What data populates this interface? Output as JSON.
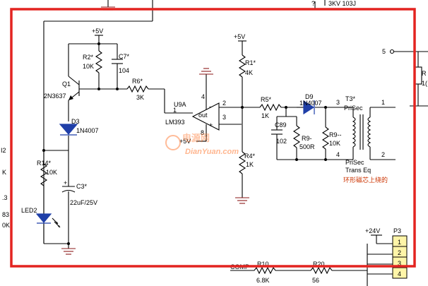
{
  "colors": {
    "frame": "#e32420",
    "wire": "#000000",
    "ground": "#8b1a1a",
    "diode": "#1f3fa8",
    "annotation": "#cc3300",
    "p3_fill": "#fff5a8",
    "watermark": "#ff7a33"
  },
  "top_partial_text": "3KV 103J",
  "top_partial_q": "?",
  "left_partial": {
    "line1": "I2",
    "line2": "K",
    "line3": ".3",
    "line4": "83",
    "line5": "0K"
  },
  "right_partial": {
    "connector": "5",
    "r_label": "R",
    "r_value": "1("
  },
  "supplies": {
    "plus5v_top": "+5V",
    "plus5v_r1": "+5V",
    "plus5v_opamp": "+5V",
    "plus24v": "+24V"
  },
  "q1": {
    "ref": "Q1",
    "part": "2N3637"
  },
  "r2": {
    "ref": "R2*",
    "value": "10K"
  },
  "c7": {
    "ref": "C7*",
    "value": "104"
  },
  "r6": {
    "ref": "R6*",
    "value": "3K"
  },
  "u9a": {
    "ref": "U9A",
    "part": "LM393",
    "pin_out_label": "out",
    "pin1": "1",
    "pin2": "2",
    "pin3": "3",
    "pin4": "4",
    "pin8": "8",
    "minus": "-",
    "plus": "+"
  },
  "d3": {
    "ref": "D3",
    "part": "1N4007"
  },
  "r14": {
    "ref": "R14*",
    "value": "10K"
  },
  "c3": {
    "ref": "C3*",
    "value": "22uF/25V",
    "plus": "+"
  },
  "led2": {
    "ref": "LED2"
  },
  "r1": {
    "ref": "R1*",
    "value": "4K"
  },
  "r4": {
    "ref": "R4*",
    "value": "1K"
  },
  "r5": {
    "ref": "R5*",
    "value": "1K"
  },
  "c89": {
    "ref": "C89",
    "value": "102"
  },
  "r9_left": {
    "ref": "R9-",
    "value": "500R"
  },
  "d9": {
    "ref": "D9",
    "part": "1N4007"
  },
  "r9_right": {
    "ref": "R9--",
    "value": "10K"
  },
  "t3": {
    "ref": "T3*",
    "pri_label": "PriSec",
    "sec_label": "PriSec",
    "part": "Trans Eq",
    "pin1": "1",
    "pin2": "2",
    "pin3": "3",
    "pin4": "4"
  },
  "annotation_cn": "环形磁芯上绕的",
  "watermark": {
    "cn": "电源网",
    "en": "DianYuan.com"
  },
  "p3": {
    "ref": "P3",
    "pins": [
      "1",
      "2",
      "3",
      "4"
    ]
  },
  "bottom": {
    "comp": "COMP",
    "r10": "R10",
    "r10_value": "6.8K",
    "r20": "R20",
    "r20_value": "56"
  }
}
